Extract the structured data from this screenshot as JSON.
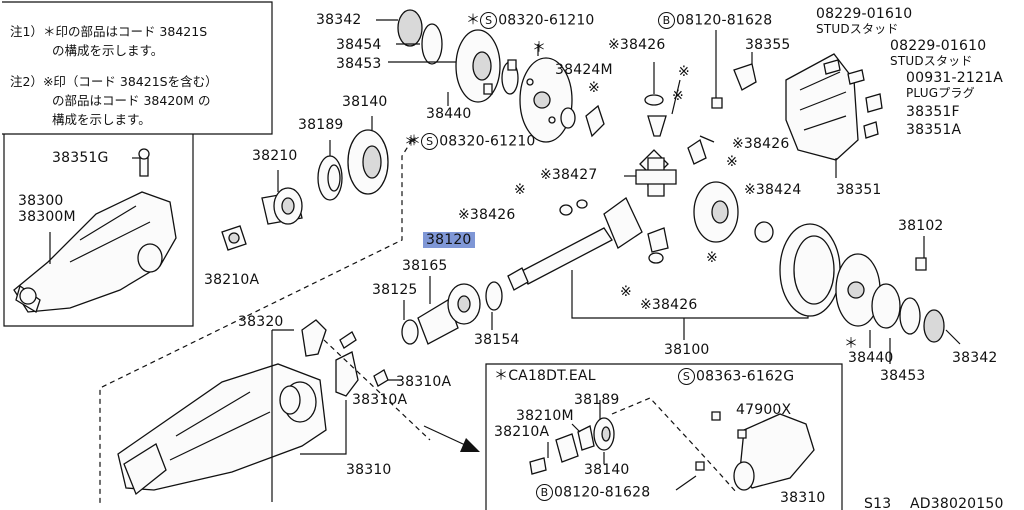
{
  "notes": {
    "note1_line1": "注1）＊印の部品はコード 38421S",
    "note1_line2": "の構成を示します。",
    "note2_line1": "注2）※印（コード 38421Sを含む）",
    "note2_line2": "の部品はコード 38420M の",
    "note2_line3": "構成を示します。"
  },
  "labels": {
    "p38342_top": "38342",
    "p38454": "38454",
    "p38453_top": "38453",
    "p38440_top": "38440",
    "s08320_top": "08320-61210",
    "s08320_top_mark": "＊",
    "s08320_mid": "08320-61210",
    "s08320_mid_mark": "＊",
    "b08120_top": "08120-81628",
    "p38424m": "38424M",
    "p38426_a": "※38426",
    "p38355": "38355",
    "p08229_1": "08229-01610",
    "stud_1": "STUDスタッド",
    "p08229_2": "08229-01610",
    "stud_2": "STUDスタッド",
    "p00931": "00931-2121A",
    "plug": "PLUGプラグ",
    "p38351f": "38351F",
    "p38351a": "38351A",
    "p38351": "38351",
    "p38426_b": "※38426",
    "p38427": "※38427",
    "p38424": "※38424",
    "p38426_c": "※38426",
    "p38426_d": "※38426",
    "p38140_top": "38140",
    "p38189_top": "38189",
    "p38210_top": "38210",
    "p38210a_top": "38210A",
    "p38351g": "38351G",
    "p38300": "38300",
    "p38300m": "38300M",
    "p38120": "38120",
    "p38165": "38165",
    "p38125": "38125",
    "p38154": "38154",
    "p38100": "38100",
    "p38102": "38102",
    "p38440_bot": "38440",
    "p38453_bot": "38453",
    "p38342_bot": "38342",
    "p38320": "38320",
    "p38310a_1": "38310A",
    "p38310a_2": "38310A",
    "p38310": "38310",
    "mark_a": "※",
    "mark_b": "※",
    "mark_c": "※",
    "mark_d": "※",
    "mark_e": "※",
    "mark_f": "※",
    "mark_g": "※",
    "mark_h": "＊",
    "mark_i": "＊",
    "mark_j": "＊"
  },
  "inset": {
    "title": "＊CA18DT.EAL",
    "s08363": "08363-6162G",
    "p38189": "38189",
    "p38210m": "38210M",
    "p47900x": "47900X",
    "p38210a": "38210A",
    "p38140": "38140",
    "b08120": "08120-81628",
    "p38310": "38310"
  },
  "badges": {
    "s": "S",
    "b": "B"
  },
  "footer": {
    "model": "S13",
    "code": "AD38020150"
  },
  "highlight_color": "#7f97d6"
}
